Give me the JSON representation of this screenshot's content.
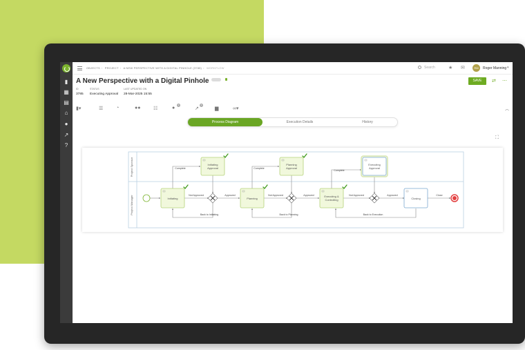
{
  "app": {
    "breadcrumbs": [
      "OBJECTS",
      "PROJECT",
      "A NEW PERSPECTIVE WITH A DIGITAL PINHOLE (3785)",
      "WORKFLOW"
    ],
    "search_placeholder": "Search",
    "user": {
      "initials": "RM",
      "name": "Roger Manning"
    }
  },
  "sidebar": {
    "icons": [
      "logo-icon",
      "chart-icon",
      "grid-icon",
      "document-icon",
      "bank-icon",
      "people-icon",
      "external-link-icon",
      "help-icon"
    ]
  },
  "page": {
    "title": "A New Perspective with a Digital Pinhole",
    "save_label": "SAVE",
    "meta": [
      {
        "label": "ID",
        "value": "3785"
      },
      {
        "label": "STATUS",
        "value": "Executing Approval"
      },
      {
        "label": "LAST UPDATED ON",
        "value": "28-Mar-2025 15:55"
      }
    ]
  },
  "toolbar": {
    "badges": {
      "comments": "2",
      "share": "3"
    }
  },
  "tabs": [
    {
      "label": "Process Diagram",
      "active": true
    },
    {
      "label": "Execution Details",
      "active": false
    },
    {
      "label": "History",
      "active": false
    }
  ],
  "diagram": {
    "lanes": [
      "Project Sponsor",
      "Project Manager"
    ],
    "tasks": {
      "initiating": "Initiating",
      "planning": "Planning",
      "executing_1": "Executing &",
      "executing_2": "Controlling",
      "closing": "Closing",
      "initiating_approval_1": "Initiating",
      "initiating_approval_2": "Approval",
      "planning_approval_1": "Planning",
      "planning_approval_2": "Approval",
      "executing_approval_1": "Executing",
      "executing_approval_2": "Approval"
    },
    "flows": {
      "complete": "Complete",
      "not_approved": "Not Approved",
      "approved": "Approved",
      "close": "Close",
      "back_initiating": "Back to Initiating",
      "back_planning": "Back to Planning",
      "back_execution": "Back to Execution"
    },
    "colors": {
      "done": "#7bb32e",
      "task_fill": "#f1f8dc",
      "task_border": "#b5d27a",
      "active_border": "#7aa7cf",
      "end": "#e34040"
    }
  }
}
